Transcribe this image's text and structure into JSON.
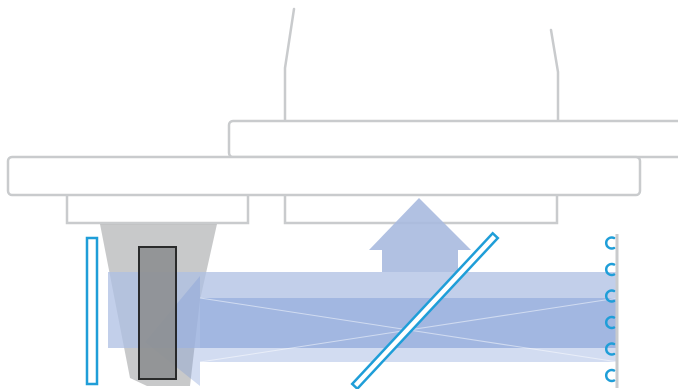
{
  "diagram": {
    "title": "",
    "colors": {
      "background": "#ffffff",
      "structure_stroke": "#c9cbcd",
      "structure_fill": "#ffffff",
      "beam_light": "#aebfe3",
      "beam_dark": "#7f9ad6",
      "arrow_up": "#a9badf",
      "mirror": "#1f9ed8",
      "prism_fill": "#9a9c9e",
      "block_fill": "#8e9092",
      "block_stroke": "#1a1a1a"
    },
    "components": [
      {
        "name": "upper-plate",
        "kind": "structure"
      },
      {
        "name": "lower-plate",
        "kind": "structure"
      },
      {
        "name": "left-foot",
        "kind": "structure"
      },
      {
        "name": "right-foot",
        "kind": "structure"
      },
      {
        "name": "tapered-prism",
        "kind": "optic"
      },
      {
        "name": "dark-block",
        "kind": "optic"
      },
      {
        "name": "left-mirror",
        "kind": "optic"
      },
      {
        "name": "beam-splitter",
        "kind": "optic"
      },
      {
        "name": "right-array",
        "kind": "detector"
      },
      {
        "name": "light-beam",
        "kind": "beam"
      },
      {
        "name": "up-arrow",
        "kind": "beam"
      },
      {
        "name": "return-arrow",
        "kind": "beam"
      }
    ],
    "detector_hooks": 6
  }
}
